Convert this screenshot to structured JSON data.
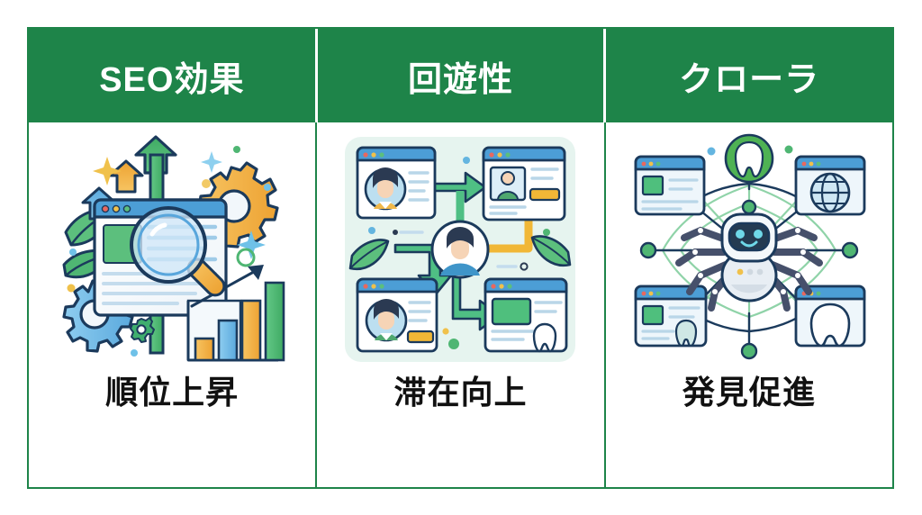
{
  "table": {
    "columns": [
      {
        "header": "SEO効果",
        "caption": "順位上昇",
        "illustration": "seo-growth-illustration"
      },
      {
        "header": "回遊性",
        "caption": "滞在向上",
        "illustration": "site-navigation-flow-illustration"
      },
      {
        "header": "クローラ",
        "caption": "発見促進",
        "illustration": "crawler-robot-web-illustration"
      }
    ]
  },
  "colors": {
    "header_green": "#1e8449",
    "border_green": "#1e8449",
    "header_text": "#ffffff",
    "caption_text": "#111111",
    "page_background": "#ffffff",
    "panel2_background": "#e6f4ef",
    "accent_blue": "#4a9fd8",
    "accent_orange": "#f0a93c",
    "accent_green": "#4caf72",
    "outline_navy": "#1b3a5c"
  }
}
